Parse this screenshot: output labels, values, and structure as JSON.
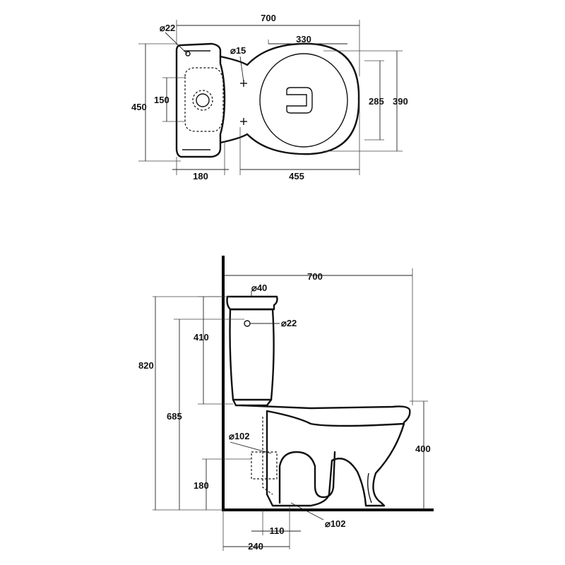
{
  "top_view": {
    "overall_length": "700",
    "tank_hole_diameter": "⌀22",
    "bowl_length": "330",
    "mounting_hole_diameter": "⌀15",
    "overall_width": "450",
    "inlet_offset": "150",
    "bowl_width_outer": "390",
    "bowl_width_inner": "285",
    "tank_depth": "180",
    "bowl_depth": "455"
  },
  "side_view": {
    "overall_length": "700",
    "flush_button_diameter": "⌀40",
    "water_inlet_diameter": "⌀22",
    "tank_height": "410",
    "overall_height": "820",
    "inlet_height": "685",
    "horizontal_outlet_diameter": "⌀102",
    "outlet_height": "180",
    "seat_height": "400",
    "floor_outlet_offset": "110",
    "floor_outlet_diameter": "⌀102",
    "floor_outlet_distance": "240"
  }
}
